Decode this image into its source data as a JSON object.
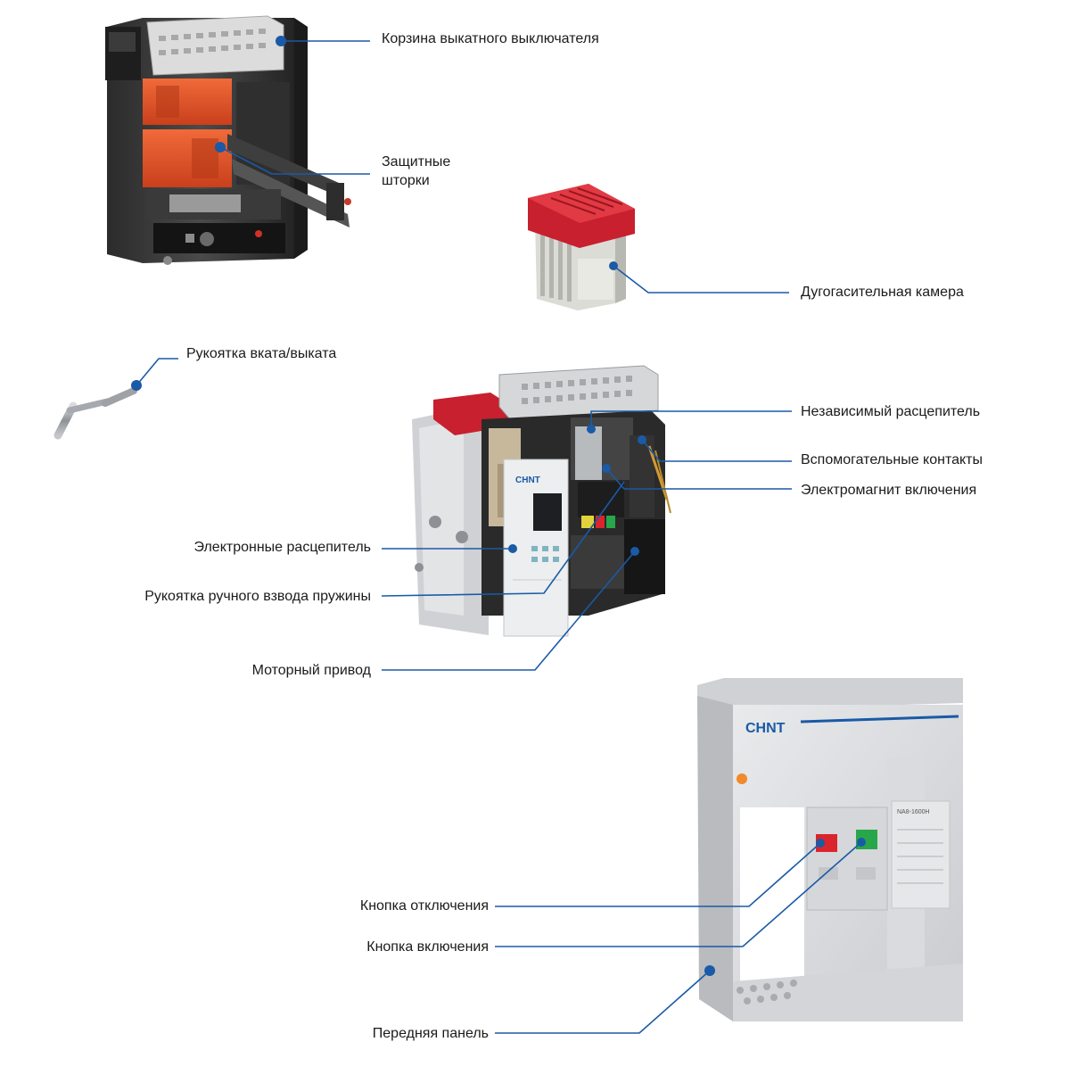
{
  "labels": {
    "basket": "Корзина выкатного выключателя",
    "shutters_line1": "Защитные",
    "shutters_line2": "шторки",
    "arc_chamber": "Дугогасительная камера",
    "handle": "Рукоятка вката/выката",
    "shunt_release": "Независимый расцепитель",
    "aux_contacts": "Вспомогательные контакты",
    "closing_magnet": "Электромагнит включения",
    "electronic_release": "Электронные расцепитель",
    "spring_handle": "Рукоятка ручного взвода пружины",
    "motor_drive": "Моторный привод",
    "off_button": "Кнопка отключения",
    "on_button": "Кнопка включения",
    "front_panel": "Передняя панель"
  },
  "brand": {
    "logo": "CHNT",
    "model": "NA8-1600H"
  },
  "colors": {
    "leader": "#1a5aa6",
    "label_text": "#1b1b1b",
    "off_button": "#d9252b",
    "on_button": "#27a74a",
    "shutter_orange": "#e2542a",
    "arc_red": "#c8202e"
  },
  "icons": [
    "leader-dot-icon"
  ]
}
